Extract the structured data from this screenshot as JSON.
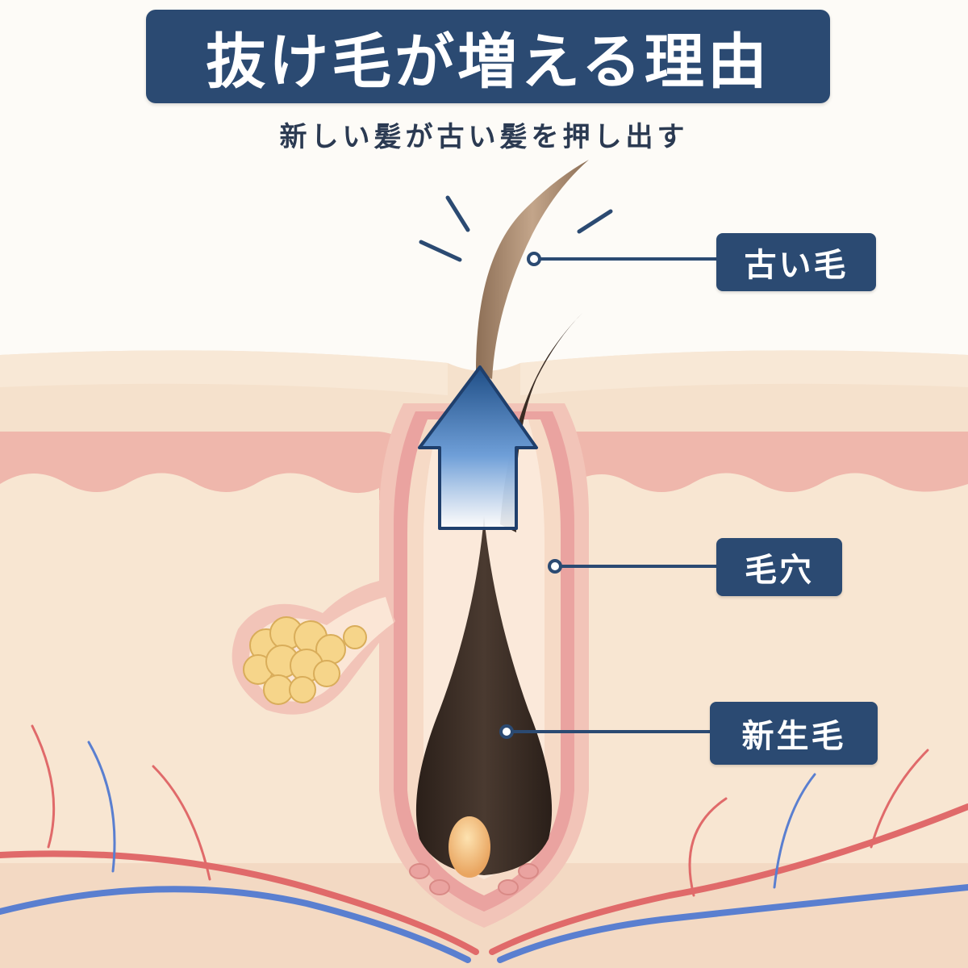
{
  "header": {
    "title": "抜け毛が増える理由",
    "subtitle": "新しい髪が古い髪を押し出す"
  },
  "labels": {
    "old_hair": "古い毛",
    "pore": "毛穴",
    "new_hair": "新生毛"
  },
  "colors": {
    "navy": "#2b4a72",
    "skin": "#f6dcc8",
    "dermis": "#f8e6d2",
    "epidermis_pink": "#eaa3a0",
    "artery": "#e06a6a",
    "vein": "#5a7fd0",
    "sebaceous": "#f6d58a",
    "hair_dark": "#3a2c24",
    "hair_old": "#a88a6e"
  },
  "icons": {
    "arrow": "up-arrow-icon",
    "burst": "burst-lines-icon"
  }
}
